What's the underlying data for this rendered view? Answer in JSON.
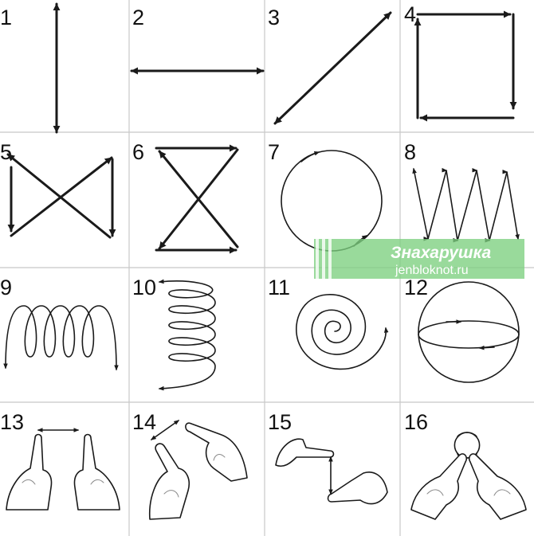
{
  "cells": [
    {
      "number": "1",
      "icon": "vertical-double-arrow"
    },
    {
      "number": "2",
      "icon": "horizontal-double-arrow"
    },
    {
      "number": "3",
      "icon": "diagonal-double-arrow"
    },
    {
      "number": "4",
      "icon": "square-arrow-path"
    },
    {
      "number": "5",
      "icon": "bowtie-arrow-path"
    },
    {
      "number": "6",
      "icon": "hourglass-arrow-path"
    },
    {
      "number": "7",
      "icon": "circle-arrow-path"
    },
    {
      "number": "8",
      "icon": "zigzag-arrow-path"
    },
    {
      "number": "9",
      "icon": "horizontal-loops-path"
    },
    {
      "number": "10",
      "icon": "vertical-spiral-path"
    },
    {
      "number": "11",
      "icon": "spiral-path"
    },
    {
      "number": "12",
      "icon": "sphere-ellipse-path"
    },
    {
      "number": "13",
      "icon": "two-fingers-horizontal"
    },
    {
      "number": "14",
      "icon": "two-fingers-diagonal"
    },
    {
      "number": "15",
      "icon": "two-fingers-vertical"
    },
    {
      "number": "16",
      "icon": "two-fingers-circling"
    }
  ],
  "watermark": {
    "title": "Знахарушка",
    "url": "jenbloknot.ru",
    "color": "#7ccf7f"
  },
  "colors": {
    "line": "#1a1a1a",
    "grid": "#c8c8c8",
    "hand_fill": "#ffffff",
    "hand_shade": "#8a8a8a"
  }
}
